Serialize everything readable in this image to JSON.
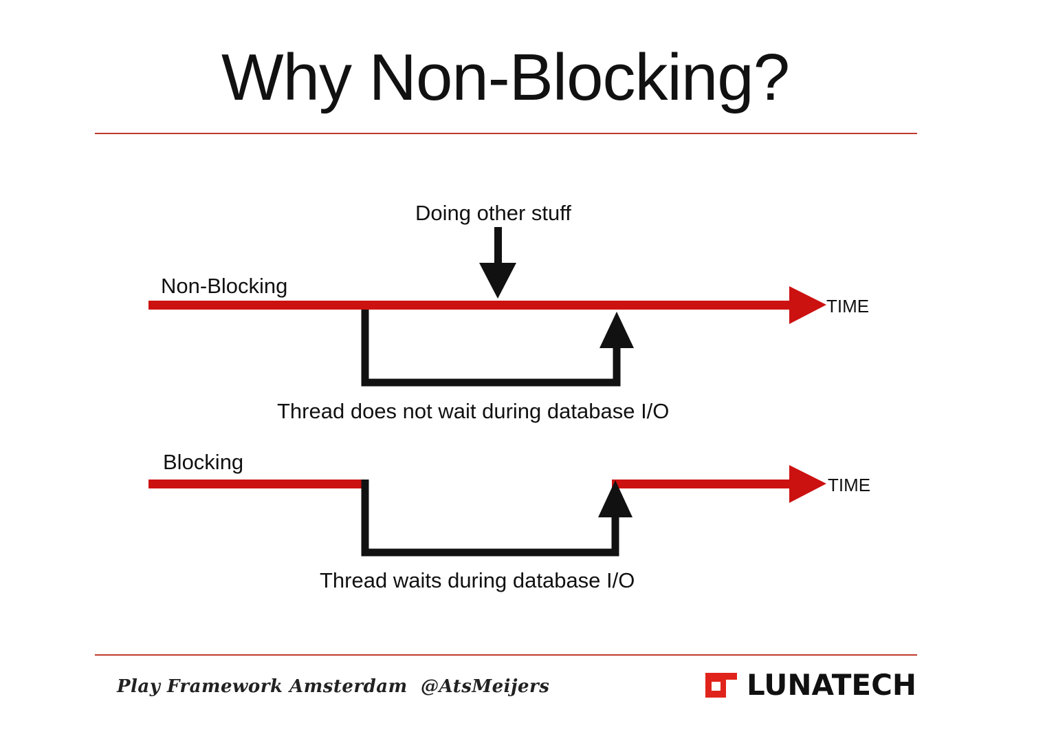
{
  "slide": {
    "title": "Why Non-Blocking?",
    "colors": {
      "accent_red": "#cc1111",
      "rule_red": "#c0392b",
      "arrow_black": "#111111",
      "text": "#111111"
    }
  },
  "diagram": {
    "non_blocking": {
      "label": "Non-Blocking",
      "time_label": "TIME",
      "callout": "Doing other stuff",
      "caption": "Thread does not wait during database I/O"
    },
    "blocking": {
      "label": "Blocking",
      "time_label": "TIME",
      "caption": "Thread waits during database I/O"
    }
  },
  "footer": {
    "event": "Play Framework Amsterdam",
    "handle": "@AtsMeijers",
    "brand": "LUNATECH",
    "brand_icon": "lunatech-logo-icon"
  }
}
